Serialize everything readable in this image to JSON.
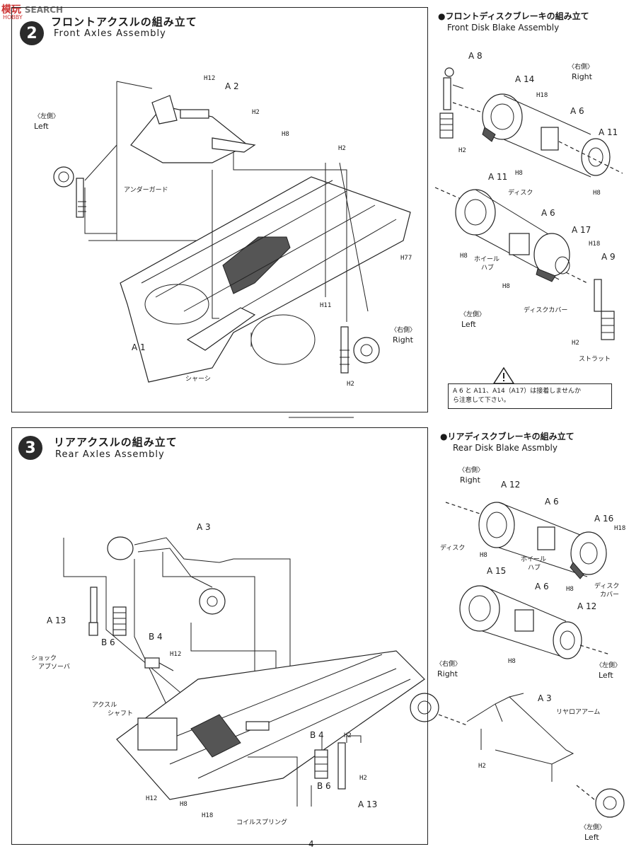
{
  "watermark": {
    "left": "模玩",
    "right": "SEARCH",
    "sub": "HOBBY"
  },
  "page_number": "4",
  "step2": {
    "number": "2",
    "title_jp": "フロントアクスルの組み立て",
    "title_en": "Front Axles Assembly",
    "labels": {
      "left_jp": "〈左側〉",
      "left_en": "Left",
      "right_jp": "〈右側〉",
      "right_en": "Right",
      "a2": "A 2",
      "a1": "A 1",
      "under_guard": "アンダーガード",
      "chassis": "シャーシ",
      "h12": "H12",
      "h2a": "H2",
      "h8": "H8",
      "h2b": "H2",
      "h77": "H77",
      "h11": "H11",
      "h2c": "H2"
    }
  },
  "front_disk": {
    "title_jp": "●フロントディスクブレーキの組み立て",
    "title_en": "Front Disk Blake Assembly",
    "labels": {
      "a8": "A 8",
      "a14": "A 14",
      "h18a": "H18",
      "right_jp": "〈右側〉",
      "right_en": "Right",
      "a6a": "A 6",
      "a11a": "A 11",
      "h2a": "H2",
      "h8a": "H8",
      "h8b": "H8",
      "a11b": "A 11",
      "disc": "ディスク",
      "a6b": "A 6",
      "a17": "A 17",
      "h18b": "H18",
      "h8c": "H8",
      "wheel_hub_1": "ホイール",
      "wheel_hub_2": "ハブ",
      "a9": "A 9",
      "h8d": "H8",
      "disc_cover": "ディスクカバー",
      "left_jp": "〈左側〉",
      "left_en": "Left",
      "h2b": "H2",
      "strut": "ストラット"
    },
    "warning_line1": "A 6 と A11、A14（A17）は接着しませんか",
    "warning_line2": "ら注意して下さい。"
  },
  "step3": {
    "number": "3",
    "title_jp": "リアアクスルの組み立て",
    "title_en": "Rear Axles Assembly",
    "labels": {
      "a3": "A 3",
      "a13a": "A 13",
      "b6a": "B 6",
      "b4a": "B 4",
      "h12a": "H12",
      "shock_1": "ショック",
      "shock_2": "アブソーバ",
      "axle_1": "アクスル",
      "axle_2": "シャフト",
      "b4b": "B 4",
      "h2a": "H2",
      "h2b": "H2",
      "b6b": "B 6",
      "a13b": "A 13",
      "h12b": "H12",
      "h8": "H8",
      "h18": "H18",
      "coil": "コイルスプリング"
    }
  },
  "rear_disk": {
    "title_jp": "●リアディスクブレーキの組み立て",
    "title_en": "Rear Disk Blake Assmbly",
    "labels": {
      "right_jp": "〈右側〉",
      "right_en": "Right",
      "a12a": "A 12",
      "a6a": "A 6",
      "a16": "A 16",
      "h18": "H18",
      "disc": "ディスク",
      "h8a": "H8",
      "wheel_hub_1": "ホイール",
      "wheel_hub_2": "ハブ",
      "a15": "A 15",
      "h8b": "H8",
      "disc_cover_1": "ディスク",
      "disc_cover_2": "カバー",
      "a6b": "A 6",
      "a12b": "A 12",
      "h8c": "H8",
      "left_jp": "〈左側〉",
      "left_en": "Left",
      "right2_jp": "〈右側〉",
      "right2_en": "Right",
      "a3": "A 3",
      "rear_arm": "リヤロアアーム",
      "h2": "H2",
      "left2_jp": "〈左側〉",
      "left2_en": "Left"
    }
  }
}
